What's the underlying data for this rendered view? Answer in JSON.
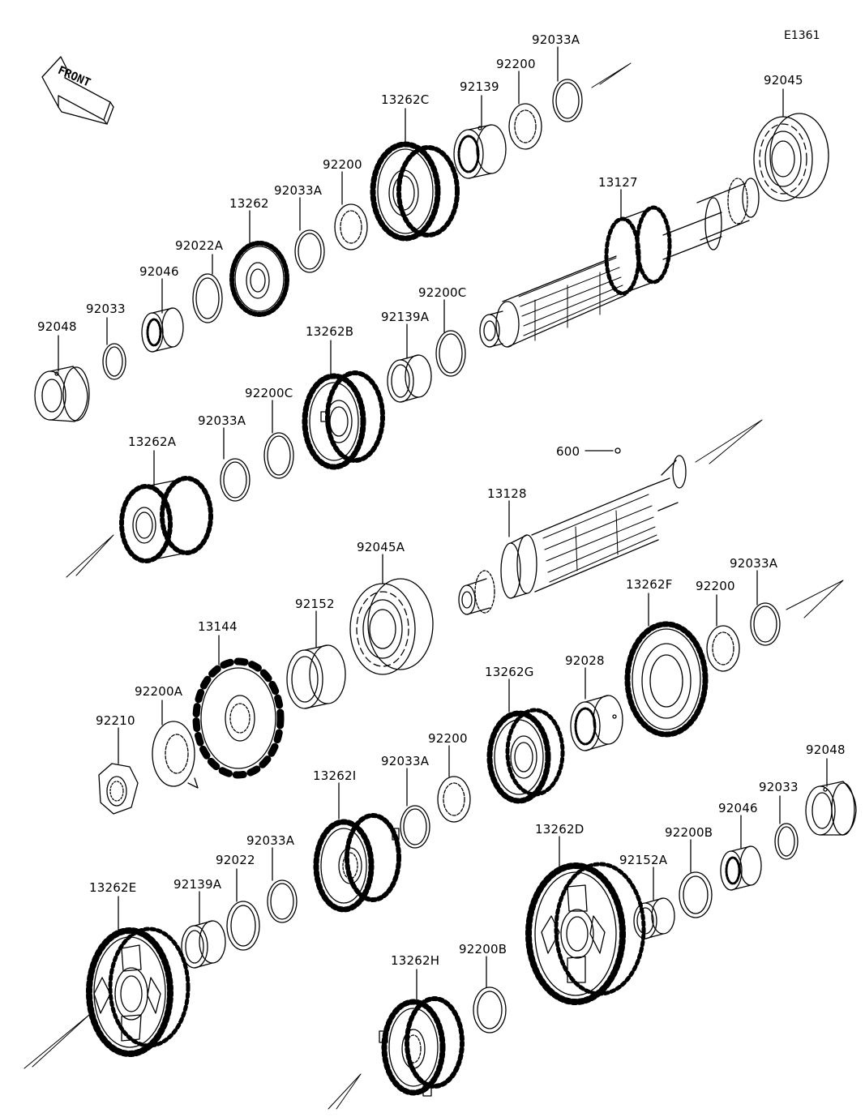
{
  "diagram_code": "E1361",
  "front_marker": "FRONT",
  "parts": {
    "p92048_top": "92048",
    "p92033_top": "92033",
    "p92046_top": "92046",
    "p92022A": "92022A",
    "p13262": "13262",
    "p92033A_1": "92033A",
    "p92200_1": "92200",
    "p13262C": "13262C",
    "p92139": "92139",
    "p92200_2": "92200",
    "p92033A_2": "92033A",
    "p92045": "92045",
    "p13127": "13127",
    "p92200C_1": "92200C",
    "p92139A_1": "92139A",
    "p13262B": "13262B",
    "p92200C_2": "92200C",
    "p92033A_3": "92033A",
    "p13262A": "13262A",
    "p600": "600",
    "p13128": "13128",
    "p92045A": "92045A",
    "p92152": "92152",
    "p13144": "13144",
    "p92200A": "92200A",
    "p92210": "92210",
    "p13262F": "13262F",
    "p92200_3": "92200",
    "p92033A_4": "92033A",
    "p92028": "92028",
    "p13262G": "13262G",
    "p92200_4": "92200",
    "p92033A_5": "92033A",
    "p13262I": "13262I",
    "p92048_bot": "92048",
    "p92033_bot": "92033",
    "p92046_bot": "92046",
    "p92200B_1": "92200B",
    "p92152A": "92152A",
    "p13262D": "13262D",
    "p92033A_6": "92033A",
    "p92022": "92022",
    "p92139A_2": "92139A",
    "p13262E": "13262E",
    "p13262H": "13262H",
    "p92200B_2": "92200B"
  }
}
